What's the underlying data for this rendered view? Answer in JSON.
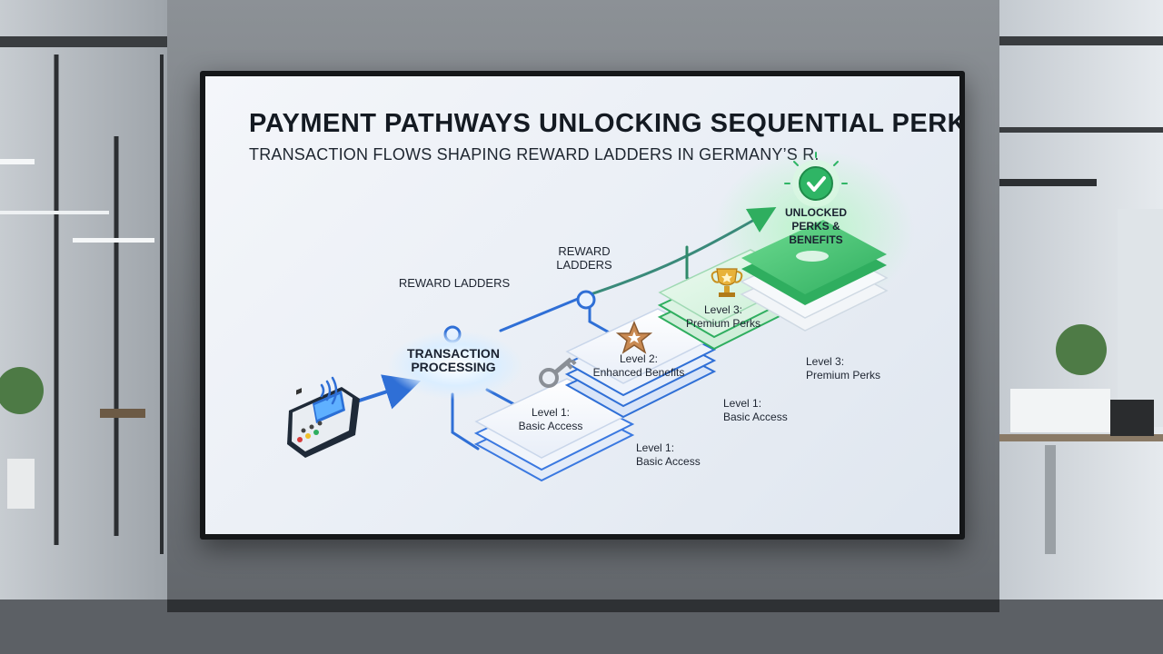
{
  "slide": {
    "title": "PAYMENT PATHWAYS UNLOCKING SEQUENTIAL PERKS",
    "subtitle": "TRANSACTION FLOWS SHAPING REWARD LADDERS IN GERMANY’S R."
  },
  "flow": {
    "hub_label_1": "TRANSACTION",
    "hub_label_2": "PROCESSING",
    "reward_ladders_a": "REWARD LADDERS",
    "reward_ladders_b1": "REWARD",
    "reward_ladders_b2": "LADDERS",
    "unlocked_1": "UNLOCKED",
    "unlocked_2": "PERKS &",
    "unlocked_3": "BENEFITS"
  },
  "levels": {
    "l1_title": "Level 1:",
    "l1_desc": "Basic Access",
    "l2_title": "Level 2:",
    "l2_desc": "Enhanced Benefits",
    "l3_title": "Level 3:",
    "l3_desc": "Premium Perks",
    "side_l1_title": "Level 1:",
    "side_l1_desc": "Basic Access",
    "side_l1b_title": "Level 1:",
    "side_l1b_desc": "Basic Access",
    "side_l3_title": "Level 3:",
    "side_l3_desc": "Premium Perks"
  },
  "icons": {
    "terminal": "payment-terminal-icon",
    "contactless": "contactless-icon",
    "key": "key-icon",
    "star": "star-icon",
    "trophy": "trophy-icon",
    "check": "check-circle-icon"
  },
  "colors": {
    "blue": "#2f6fd6",
    "green": "#2fae5f",
    "accent_glow": "#6fb6ff"
  }
}
